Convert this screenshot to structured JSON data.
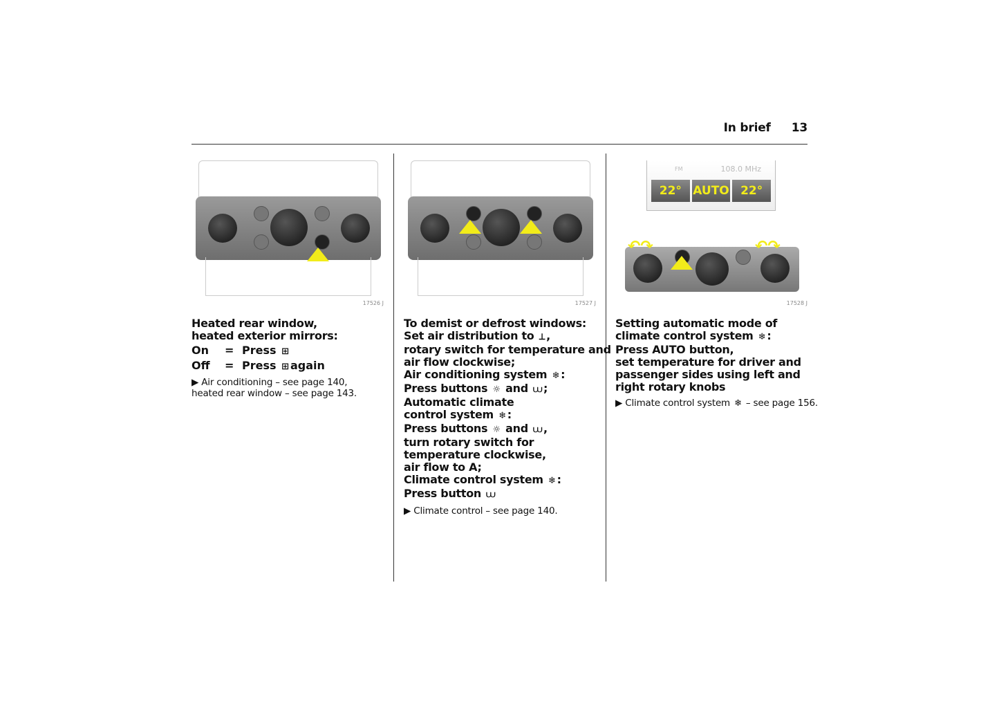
{
  "header": {
    "section": "In brief",
    "page": "13"
  },
  "columns": [
    {
      "figure": {
        "code": "17526 J"
      },
      "lines": [
        [
          {
            "t": "Heated rear window,"
          }
        ],
        [
          {
            "t": "heated exterior mirrors:"
          }
        ]
      ],
      "table": [
        {
          "state": "On",
          "eq": "=",
          "press": "Press",
          "icon": "⊞",
          "after": ""
        },
        {
          "state": "Off",
          "eq": "=",
          "press": "Press",
          "icon": "⊞",
          "after": "again"
        }
      ],
      "refs": [
        [
          {
            "t": "▶ Air conditioning – see page 140,"
          }
        ],
        [
          {
            "t": "heated rear window – see page 143."
          }
        ]
      ]
    },
    {
      "figure": {
        "code": "17527 J"
      },
      "lines": [
        [
          {
            "t": "To demist or defrost windows:"
          }
        ],
        [
          {
            "t": "Set air distribution to "
          },
          {
            "i": "⟂",
            "n": "windscreen-footwell-icon"
          },
          {
            "t": ","
          }
        ],
        [
          {
            "t": "rotary switch for temperature and"
          }
        ],
        [
          {
            "t": "air flow clockwise;"
          }
        ],
        [
          {
            "t": "Air conditioning system "
          },
          {
            "i": "❄",
            "n": "snowflake-icon"
          },
          {
            "t": ":"
          }
        ],
        [
          {
            "t": "Press buttons "
          },
          {
            "i": "☼",
            "n": "ac-icon"
          },
          {
            "t": " and "
          },
          {
            "i": "⩊",
            "n": "windscreen-defrost-icon"
          },
          {
            "t": ";"
          }
        ],
        [
          {
            "t": "Automatic climate"
          }
        ],
        [
          {
            "t": "control system "
          },
          {
            "i": "❄",
            "n": "snowflake-icon"
          },
          {
            "t": ":"
          }
        ],
        [
          {
            "t": "Press buttons "
          },
          {
            "i": "☼",
            "n": "ac-icon"
          },
          {
            "t": " and "
          },
          {
            "i": "⩊",
            "n": "windscreen-defrost-icon"
          },
          {
            "t": ","
          }
        ],
        [
          {
            "t": "turn rotary switch for"
          }
        ],
        [
          {
            "t": "temperature clockwise,"
          }
        ],
        [
          {
            "t": "air flow to A;"
          }
        ],
        [
          {
            "t": "Climate control system "
          },
          {
            "i": "❄",
            "n": "snowflake-icon"
          },
          {
            "t": ":"
          }
        ],
        [
          {
            "t": "Press button "
          },
          {
            "i": "⩊",
            "n": "windscreen-defrost-icon"
          }
        ]
      ],
      "refs": [
        [
          {
            "t": "▶ Climate control – see page 140."
          }
        ]
      ]
    },
    {
      "figure": {
        "code": "17528 J",
        "display": {
          "band": "FM",
          "freq": "108.0 MHz",
          "left": "22°",
          "mode": "AUTO",
          "right": "22°"
        }
      },
      "lines": [
        [
          {
            "t": "Setting automatic mode of"
          }
        ],
        [
          {
            "t": "climate control system "
          },
          {
            "i": "❄",
            "n": "snowflake-icon"
          },
          {
            "t": ":"
          }
        ],
        [
          {
            "t": "Press AUTO button,"
          }
        ],
        [
          {
            "t": "set temperature for driver and"
          }
        ],
        [
          {
            "t": "passenger sides using left and"
          }
        ],
        [
          {
            "t": "right rotary knobs"
          }
        ]
      ],
      "refs": [
        [
          {
            "t": "▶ Climate control system "
          },
          {
            "i": "❄",
            "n": "snowflake-icon"
          },
          {
            "t": " – see page 156."
          }
        ]
      ]
    }
  ],
  "colors": {
    "highlight": "#f2ec1a",
    "rule": "#333333"
  }
}
